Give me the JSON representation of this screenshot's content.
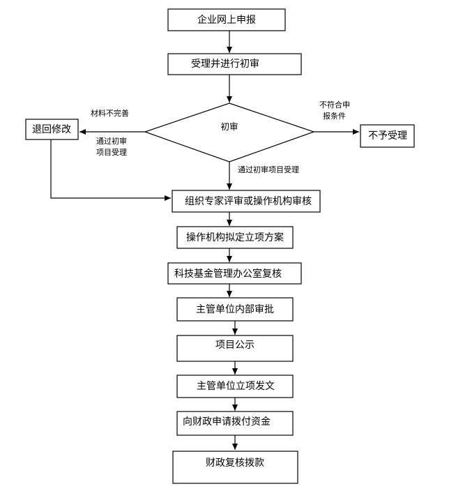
{
  "diagram": {
    "nodes": {
      "apply": "企业网上申报",
      "accept": "受理并进行初审",
      "review": "初审",
      "return": "退回修改",
      "reject": "不予受理",
      "expert": "组织专家评审或操作机构审核",
      "plan": "操作机构拟定立项方案",
      "recheck": "科技基金管理办公室复核",
      "approve": "主管单位内部审批",
      "publicize": "项目公示",
      "issue": "主管单位立项发文",
      "request": "向财政申请拨付资金",
      "finance": "财政复核拨款"
    },
    "edge_labels": {
      "incomplete": "材料不完善",
      "pass_left_1": "通过初审",
      "pass_left_2": "项目受理",
      "nonconform_1": "不符合申",
      "nonconform_2": "报条件",
      "pass_down": "通过初审项目受理"
    }
  }
}
